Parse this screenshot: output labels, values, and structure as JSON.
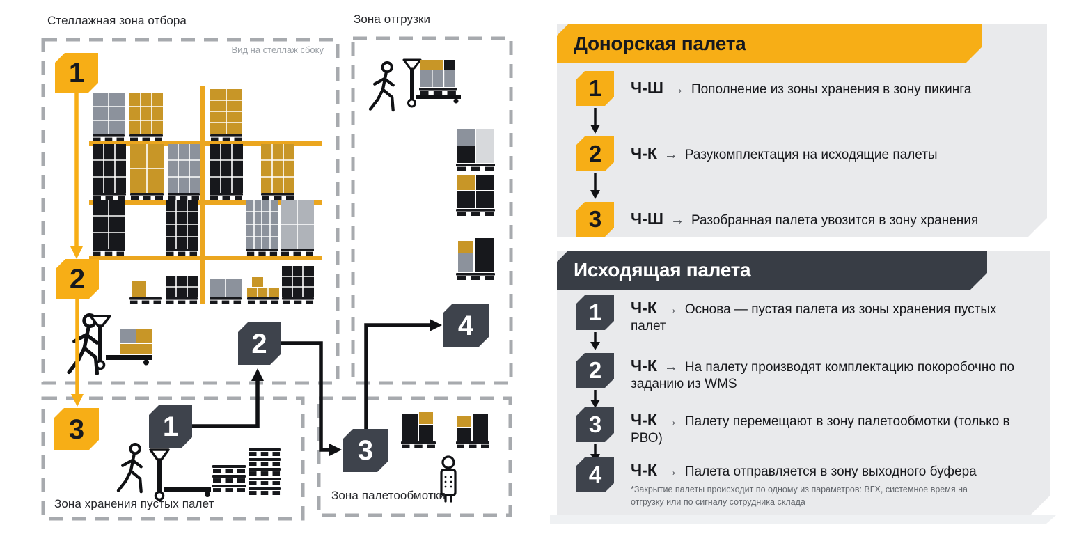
{
  "colors": {
    "accent_yellow": "#F7AE16",
    "dark_slate": "#3E434C",
    "box_gold": "#C89627",
    "box_gray": "#8C929C",
    "box_light": "#D7D9DC",
    "box_black": "#17181C",
    "panel_bg": "#E9EAEC",
    "dash_border": "#A7AAAE",
    "flow_black": "#101114"
  },
  "zones": {
    "picking": {
      "label": "Стеллажная зона отбора",
      "view_note": "Вид на стеллаж сбоку"
    },
    "shipping": {
      "label": "Зона отгрузки"
    },
    "empty_pallets": {
      "label": "Зона хранения пустых палет"
    },
    "wrapping": {
      "label": "Зона палетообмотки"
    }
  },
  "flow_badges": {
    "donor": [
      "1",
      "2",
      "3"
    ],
    "outgoing": [
      "1",
      "2",
      "3",
      "4"
    ]
  },
  "panels": {
    "donor": {
      "title": "Донорская палета",
      "steps": [
        {
          "num": "1",
          "code": "Ч-Ш",
          "arrow": "→",
          "text": "Пополнение из зоны хранения в зону пикинга"
        },
        {
          "num": "2",
          "code": "Ч-К",
          "arrow": "→",
          "text": "Разукомплектация на исходящие палеты"
        },
        {
          "num": "3",
          "code": "Ч-Ш",
          "arrow": "→",
          "text": "Разобранная палета увозится в зону хранения"
        }
      ]
    },
    "outgoing": {
      "title": "Исходящая палета",
      "steps": [
        {
          "num": "1",
          "code": "Ч-К",
          "arrow": "→",
          "text": "Основа — пустая палета из зоны хранения пустых палет"
        },
        {
          "num": "2",
          "code": "Ч-К",
          "arrow": "→",
          "text": "На палету производят комплектацию покоробочно по заданию из WMS"
        },
        {
          "num": "3",
          "code": "Ч-К",
          "arrow": "→",
          "text": "Палету перемещают в зону палетообмотки (только в РВО)"
        },
        {
          "num": "4",
          "code": "Ч-К",
          "arrow": "→",
          "text": "Палета отправляется в зону выходного буфера",
          "footnote": "*Закрытие палеты происходит по одному из параметров: ВГХ, системное время на отгрузку или по сигналу сотрудника склада"
        }
      ]
    }
  }
}
